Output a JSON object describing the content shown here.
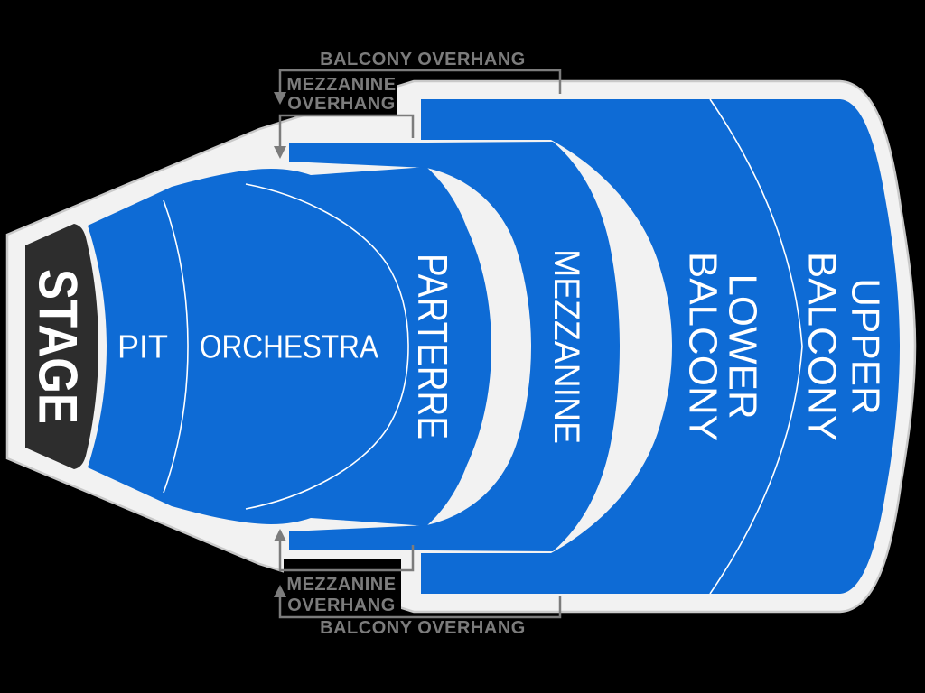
{
  "colors": {
    "background": "#000000",
    "venue_fill": "#F2F2F2",
    "venue_border": "#C9C9C9",
    "section_fill": "#0E6BD5",
    "stage_fill": "#2D2D2D",
    "label_text": "#FFFFFF",
    "annotation": "#7C7C7C",
    "divider": "#FFFFFF"
  },
  "stage": {
    "label": "STAGE"
  },
  "sections": [
    {
      "id": "pit",
      "label": "PIT"
    },
    {
      "id": "orchestra",
      "label": "ORCHESTRA"
    },
    {
      "id": "parterre",
      "label": "PARTERRE"
    },
    {
      "id": "mezzanine",
      "label": "MEZZANINE"
    },
    {
      "id": "lower_balcony",
      "label": "LOWER BALCONY",
      "line1": "LOWER",
      "line2": "BALCONY"
    },
    {
      "id": "upper_balcony",
      "label": "UPPER BALCONY",
      "line1": "UPPER",
      "line2": "BALCONY"
    }
  ],
  "annotations": {
    "top_balcony_overhang": "BALCONY OVERHANG",
    "top_mezzanine_overhang": {
      "line1": "MEZZANINE",
      "line2": "OVERHANG"
    },
    "bottom_mezzanine_overhang": {
      "line1": "MEZZANINE",
      "line2": "OVERHANG"
    },
    "bottom_balcony_overhang": "BALCONY OVERHANG"
  }
}
